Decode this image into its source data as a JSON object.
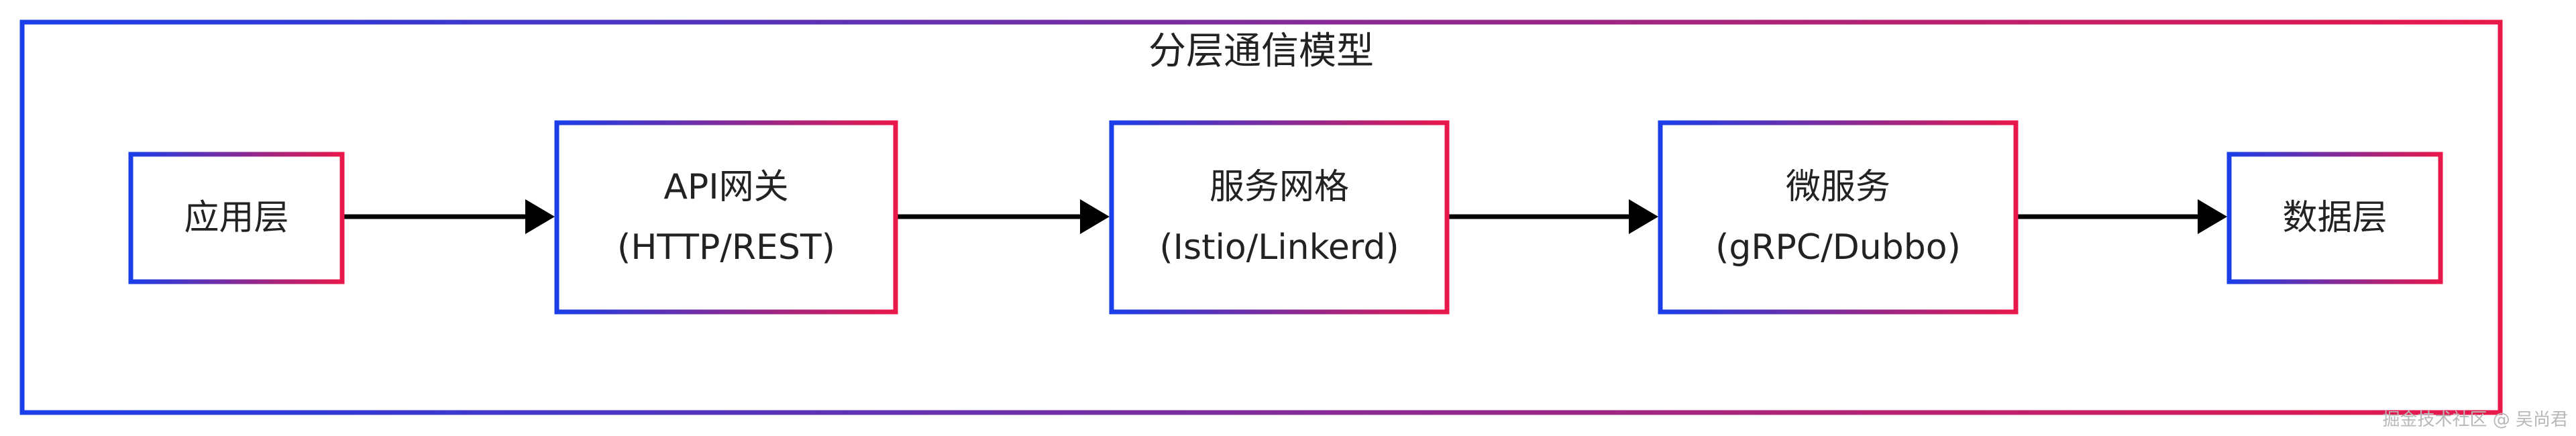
{
  "title": "分层通信模型",
  "nodes": [
    {
      "id": "app",
      "lines": [
        "应用层"
      ]
    },
    {
      "id": "gateway",
      "lines": [
        "API网关",
        "(HTTP/REST)"
      ]
    },
    {
      "id": "mesh",
      "lines": [
        "服务网格",
        "(Istio/Linkerd)"
      ]
    },
    {
      "id": "micro",
      "lines": [
        "微服务",
        "(gRPC/Dubbo)"
      ]
    },
    {
      "id": "data",
      "lines": [
        "数据层"
      ]
    }
  ],
  "edges": [
    {
      "from": "app",
      "to": "gateway"
    },
    {
      "from": "gateway",
      "to": "mesh"
    },
    {
      "from": "mesh",
      "to": "micro"
    },
    {
      "from": "micro",
      "to": "data"
    }
  ],
  "colors": {
    "gradient_start": "#1a3ee8",
    "gradient_end": "#e8184a",
    "arrow": "#000000"
  },
  "watermark": "掘金技术社区 @ 吴尚君"
}
